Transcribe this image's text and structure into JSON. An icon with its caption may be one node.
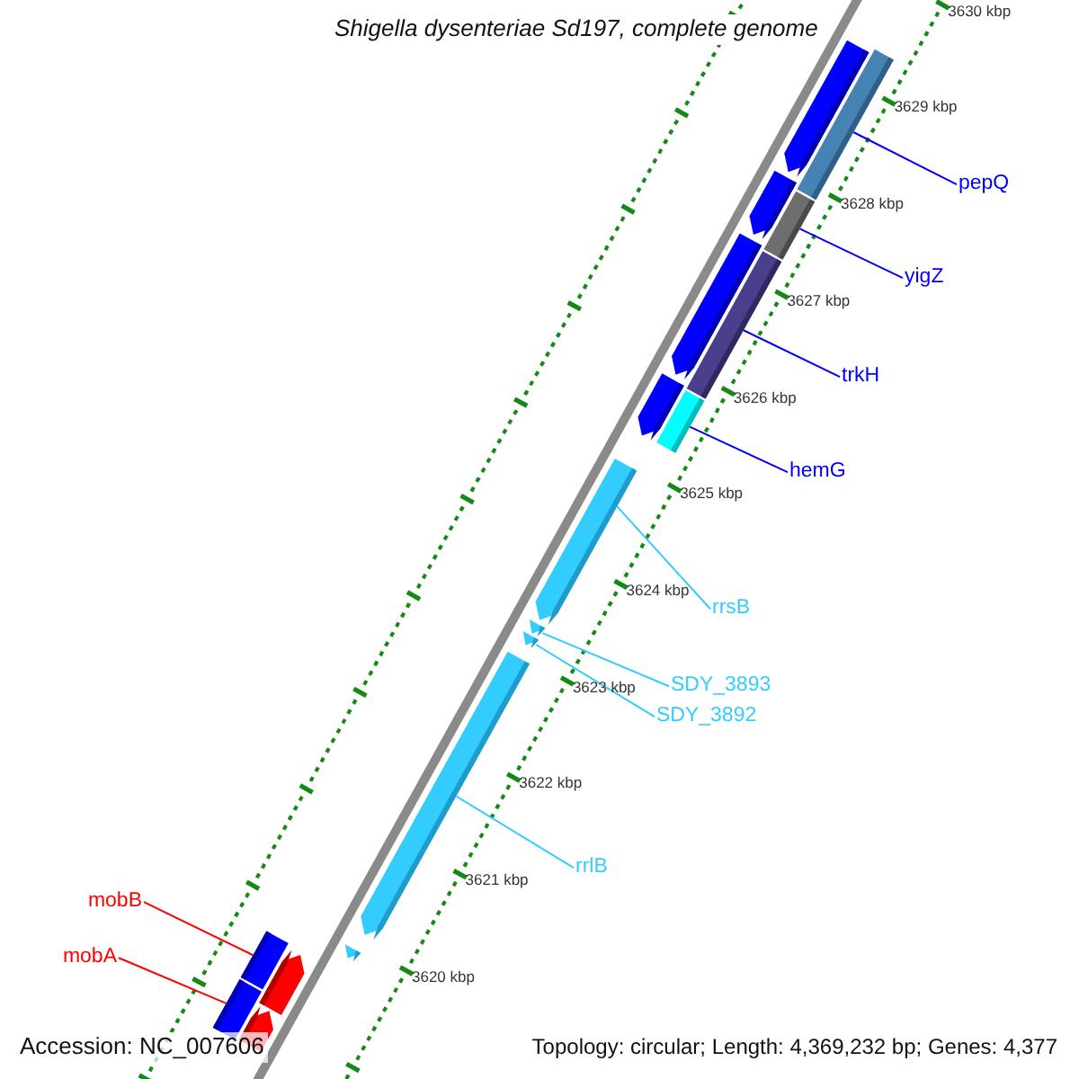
{
  "diagram": {
    "title": "Shigella dysenteriae Sd197, complete genome",
    "nodes": [
      {
        "text": [
          "pepQ"
        ]
      },
      {
        "text": [
          "yigZ"
        ]
      },
      {
        "text": [
          "trkH"
        ]
      },
      {
        "text": [
          "hemG"
        ]
      },
      {
        "text": [
          "rrsB"
        ]
      },
      {
        "text": [
          "SDY_3893"
        ]
      },
      {
        "text": [
          "SDY_3892"
        ]
      },
      {
        "text": [
          "rrlB"
        ]
      },
      {
        "text": [
          "mobB"
        ]
      },
      {
        "text": [
          "mobA"
        ]
      },
      {
        "text": [],
        "shape": "bar"
      },
      {
        "text": [],
        "shape": "bar"
      },
      {
        "text": [],
        "shape": "bar"
      },
      {
        "text": [],
        "shape": "bar"
      },
      {
        "text": [],
        "shape": "bar"
      },
      {
        "text": [],
        "shape": "bar"
      },
      {
        "text": [],
        "shape": "bar"
      },
      {
        "text": [],
        "shape": "bar"
      },
      {
        "text": [],
        "shape": "bar"
      },
      {
        "text": [],
        "shape": "bar"
      },
      {
        "text": [],
        "shape": "bar"
      },
      {
        "text": [],
        "shape": "bar"
      },
      {
        "text": [],
        "shape": "bar"
      },
      {
        "text": [],
        "shape": "bar"
      },
      {
        "text": [],
        "shape": "bar"
      },
      {
        "text": [],
        "shape": "bar"
      },
      {
        "text": [],
        "shape": "bar"
      }
    ],
    "edges": [
      {
        "from": 0,
        "to": 11,
        "arrow": "none",
        "color": "#0000ff"
      },
      {
        "from": 1,
        "to": 13,
        "arrow": "none",
        "color": "#0000ff"
      },
      {
        "from": 2,
        "to": 15,
        "arrow": "none",
        "color": "#0000ff"
      },
      {
        "from": 3,
        "to": 17,
        "arrow": "none",
        "color": "#0000ff"
      },
      {
        "from": 4,
        "to": 18,
        "arrow": "none",
        "color": "#33ccff"
      },
      {
        "from": 5,
        "to": 19,
        "arrow": "none",
        "color": "#33ccff"
      },
      {
        "from": 6,
        "to": 20,
        "arrow": "none",
        "color": "#33ccff"
      },
      {
        "from": 7,
        "to": 21,
        "arrow": "none",
        "color": "#33ccff"
      },
      {
        "from": 8,
        "to": 23,
        "arrow": "none",
        "color": "#ff0000"
      },
      {
        "from": 9,
        "to": 25,
        "arrow": "none",
        "color": "#ff0000"
      }
    ],
    "labels": [
      "3630 kbp",
      "3629 kbp",
      "3628 kbp",
      "3627 kbp",
      "3626 kbp",
      "3625 kbp",
      "3624 kbp",
      "3623 kbp",
      "3622 kbp",
      "3621 kbp",
      "3620 kbp",
      "Accession: NC_007606",
      "Topology: circular; Length: 4,369,232 bp; Genes: 4,377"
    ]
  }
}
